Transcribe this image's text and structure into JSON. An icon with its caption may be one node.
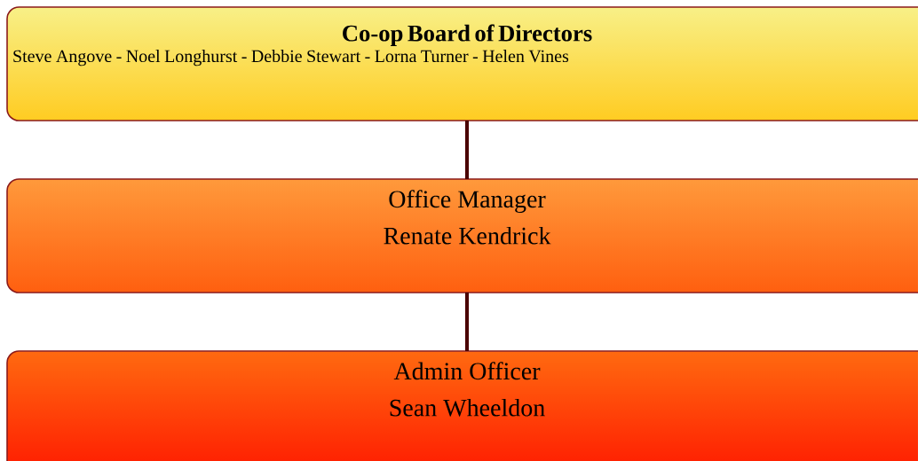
{
  "diagram": {
    "nodes": [
      {
        "text": [
          "Co-op Board of Directors",
          "Steve Angove - Noel Longhurst - Debbie Stewart - Lorna Turner - Helen Vines"
        ]
      },
      {
        "text": [
          "Office Manager",
          "Renate Kendrick"
        ]
      },
      {
        "text": [
          "Admin Officer",
          "Sean Wheeldon"
        ]
      }
    ],
    "edges": [
      {
        "from": 0,
        "to": 1,
        "arrow": "none"
      },
      {
        "from": 1,
        "to": 2,
        "arrow": "none"
      }
    ]
  }
}
